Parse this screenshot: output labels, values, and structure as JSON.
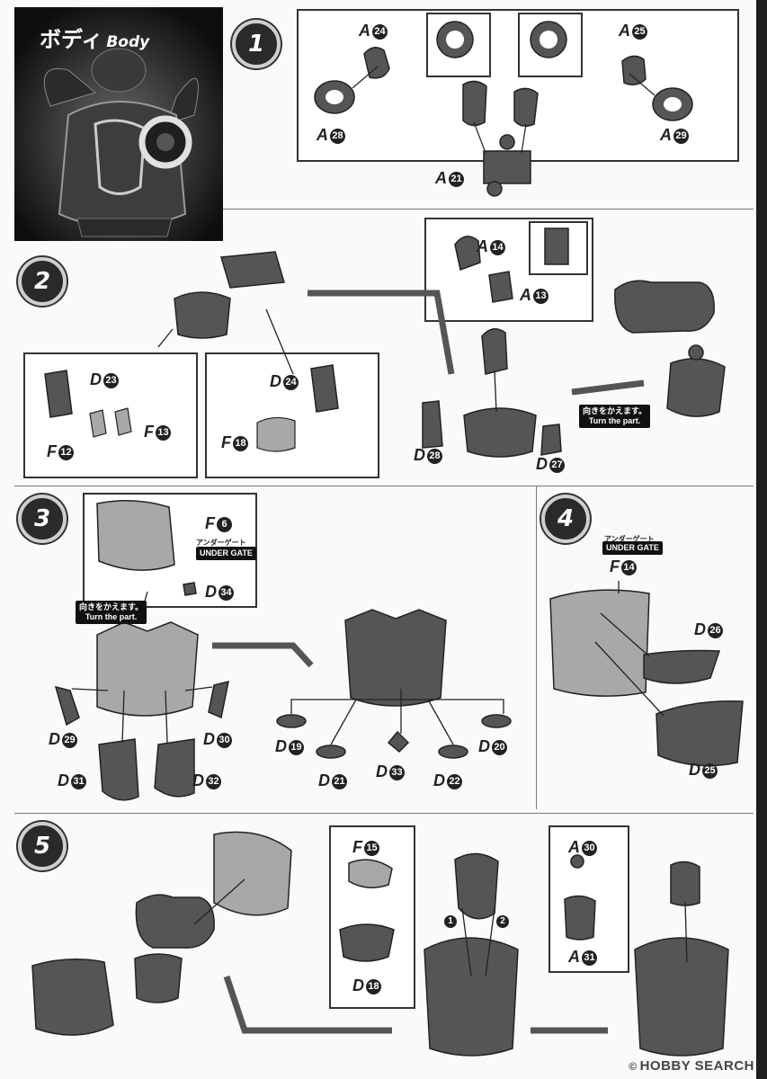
{
  "header": {
    "title_jp": "ボディ",
    "title_en": "Body"
  },
  "steps": [
    {
      "number": "1"
    },
    {
      "number": "2"
    },
    {
      "number": "3"
    },
    {
      "number": "4"
    },
    {
      "number": "5"
    }
  ],
  "step1": {
    "parts": [
      {
        "letter": "A",
        "num": "24"
      },
      {
        "letter": "A",
        "num": "25"
      },
      {
        "letter": "A",
        "num": "28"
      },
      {
        "letter": "A",
        "num": "29"
      },
      {
        "letter": "A",
        "num": "21"
      }
    ]
  },
  "step2": {
    "parts": [
      {
        "letter": "A",
        "num": "14"
      },
      {
        "letter": "A",
        "num": "13"
      },
      {
        "letter": "D",
        "num": "23"
      },
      {
        "letter": "F",
        "num": "13"
      },
      {
        "letter": "F",
        "num": "12"
      },
      {
        "letter": "D",
        "num": "24"
      },
      {
        "letter": "F",
        "num": "18"
      },
      {
        "letter": "D",
        "num": "28"
      },
      {
        "letter": "D",
        "num": "27"
      }
    ],
    "turn_jp": "向きをかえます。",
    "turn_en": "Turn the part."
  },
  "step3": {
    "parts": [
      {
        "letter": "F",
        "num": "6"
      },
      {
        "letter": "D",
        "num": "34"
      },
      {
        "letter": "D",
        "num": "29"
      },
      {
        "letter": "D",
        "num": "30"
      },
      {
        "letter": "D",
        "num": "31"
      },
      {
        "letter": "D",
        "num": "32"
      },
      {
        "letter": "D",
        "num": "19"
      },
      {
        "letter": "D",
        "num": "20"
      },
      {
        "letter": "D",
        "num": "21"
      },
      {
        "letter": "D",
        "num": "33"
      },
      {
        "letter": "D",
        "num": "22"
      }
    ],
    "undergate_jp": "アンダーゲート",
    "undergate_en": "UNDER GATE",
    "turn_jp": "向きをかえます。",
    "turn_en": "Turn the part."
  },
  "step4": {
    "parts": [
      {
        "letter": "F",
        "num": "14"
      },
      {
        "letter": "D",
        "num": "26"
      },
      {
        "letter": "D",
        "num": "25"
      }
    ],
    "undergate_jp": "アンダーゲート",
    "undergate_en": "UNDER GATE"
  },
  "step5": {
    "parts": [
      {
        "letter": "F",
        "num": "15"
      },
      {
        "letter": "D",
        "num": "18"
      },
      {
        "letter": "A",
        "num": "30"
      },
      {
        "letter": "A",
        "num": "31"
      }
    ],
    "order": [
      "1",
      "2"
    ]
  },
  "watermark": "HOBBY SEARCH",
  "watermark_symbol": "©",
  "colors": {
    "part_fill": "#555555",
    "part_light": "#a8a8a8",
    "ink": "#222222",
    "badge_ring": "#cfcfcf"
  }
}
